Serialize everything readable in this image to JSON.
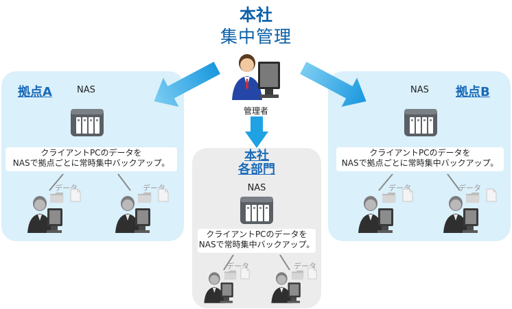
{
  "header": {
    "title": "本社",
    "subtitle": "集中管理"
  },
  "admin": {
    "label": "管理者"
  },
  "site_a": {
    "name": "拠点A",
    "nas": "NAS",
    "caption_line1": "クライアントPCのデータを",
    "caption_line2": "NASで拠点ごとに常時集中バックアップ。",
    "data_label": "データ"
  },
  "site_b": {
    "name": "拠点B",
    "nas": "NAS",
    "caption_line1": "クライアントPCのデータを",
    "caption_line2": "NASで拠点ごとに常時集中バックアップ。",
    "data_label": "データ"
  },
  "hq": {
    "name_line1": "本社",
    "name_line2": "各部門",
    "nas": "NAS",
    "caption_line1": "クライアントPCのデータを",
    "caption_line2": "NASで常時集中バックアップ。",
    "data_label": "データ"
  },
  "colors": {
    "accent": "#0a5fa8",
    "arrow": "#29a8e6",
    "panel_blue": "#daf0fb",
    "panel_gray": "#ececec"
  }
}
